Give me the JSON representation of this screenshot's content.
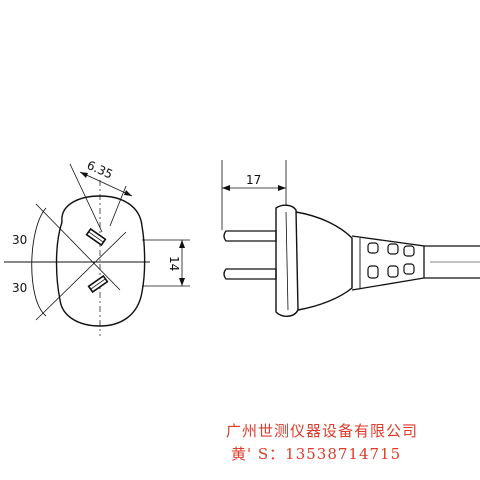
{
  "dimensions": {
    "pin_pitch": "6.35",
    "angle_upper": "30",
    "angle_lower": "30",
    "face_height": "14",
    "pin_length": "17"
  },
  "watermark": {
    "company": "广州世测仪器设备有限公司",
    "phone": "黄' S：13538714715"
  },
  "colors": {
    "line": "#111111",
    "watermark": "#e03a2a"
  }
}
